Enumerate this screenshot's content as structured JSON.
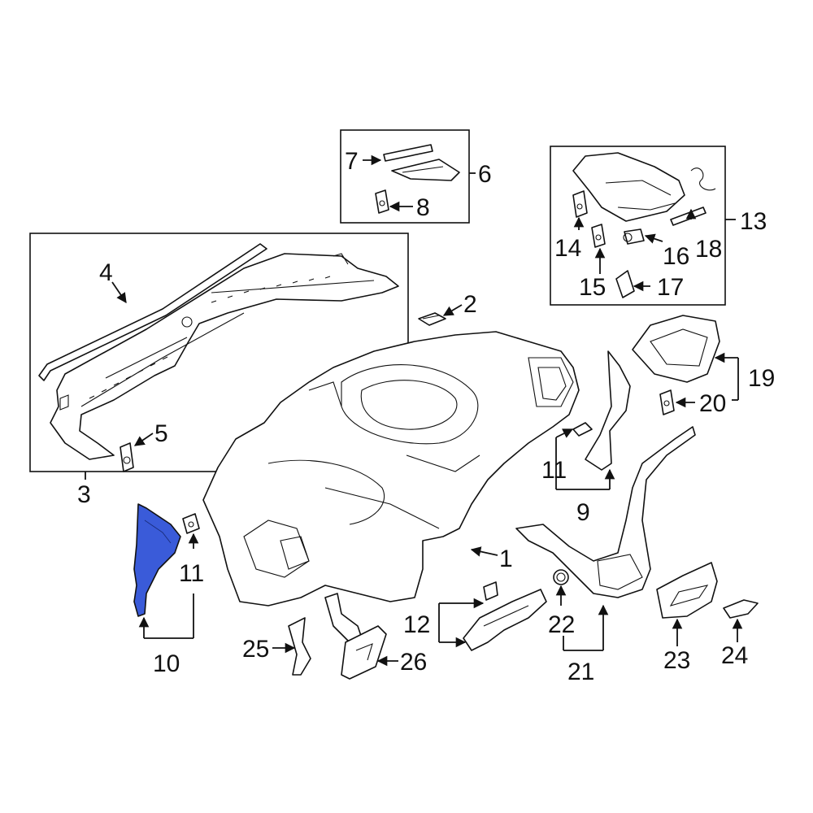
{
  "diagram": {
    "highlight_color": "#3a5bd9",
    "line_color": "#111111",
    "background": "#ffffff",
    "callouts": {
      "c1": "1",
      "c2": "2",
      "c3": "3",
      "c4": "4",
      "c5": "5",
      "c6": "6",
      "c7": "7",
      "c8": "8",
      "c9": "9",
      "c10": "10",
      "c11a": "11",
      "c11b": "11",
      "c12": "12",
      "c13": "13",
      "c14": "14",
      "c15": "15",
      "c16": "16",
      "c17": "17",
      "c18": "18",
      "c19": "19",
      "c20": "20",
      "c21": "21",
      "c22": "22",
      "c23": "23",
      "c24": "24",
      "c25": "25",
      "c26": "26"
    },
    "highlighted_part": "10"
  }
}
